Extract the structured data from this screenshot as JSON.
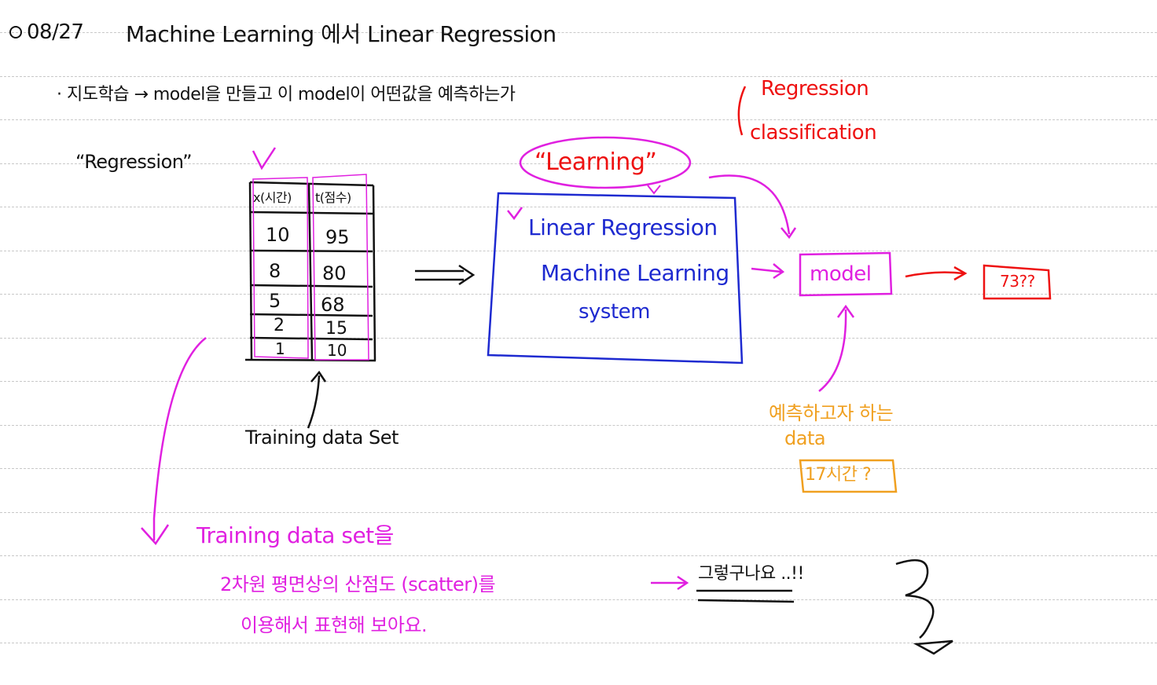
{
  "header": {
    "date": "08/27",
    "title": "Machine Learning 에서 Linear Regression"
  },
  "bullet": {
    "text": "· 지도학습 → model을 만들고 이 model이 어떤값을 예측하는가"
  },
  "side_note": {
    "line1": "Regression",
    "line2": "classification"
  },
  "regression_label": "“Regression”",
  "table": {
    "headers": [
      "x(시간)",
      "t(점수)"
    ],
    "rows": [
      [
        "10",
        "95"
      ],
      [
        "8",
        "80"
      ],
      [
        "5",
        "68"
      ],
      [
        "2",
        "15"
      ],
      [
        "1",
        "10"
      ]
    ],
    "caption": "Training data Set"
  },
  "learning_label": "“Learning”",
  "system_box": {
    "line1": "Linear Regression",
    "line2": "Machine Learning",
    "line3": "system"
  },
  "model_box": "model",
  "result_box": "73??",
  "predict_note": {
    "line1": "예측하고자 하는",
    "line2": "data",
    "input": "17시간 ?"
  },
  "bottom": {
    "line1": "Training data set을",
    "line2": "2차원 평면상의 산점도 (scatter)를",
    "line3": "이용해서 표현해 보아요.",
    "aside": "그렇구나요 ..!!"
  },
  "colors": {
    "ink": "#111111",
    "magenta": "#e020e0",
    "red": "#ee1111",
    "blue": "#1e2ad0",
    "orange": "#f0a020",
    "rule": "#c8c8c8"
  }
}
